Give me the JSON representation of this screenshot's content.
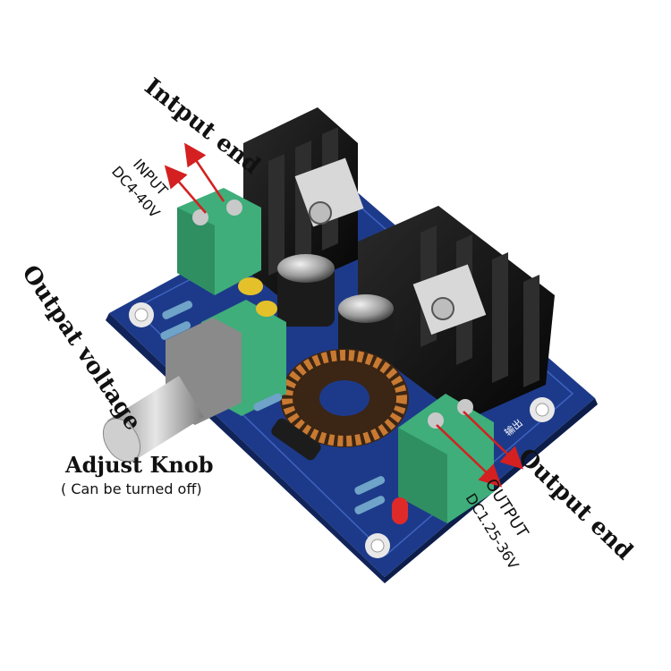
{
  "labels": {
    "input_end": "Intput end",
    "input": "INPUT",
    "input_range": "DC4-40V",
    "output_voltage": "Outpat voltage",
    "adjust_knob": "Adjust Knob",
    "adjust_note": "( Can be turned off)",
    "output_end": "Output end",
    "output": "OUTPUT",
    "output_range": "DC1.25-36V",
    "board_out_mark": "输出"
  },
  "colors": {
    "pcb": "#1d3a8a",
    "heatsink": "#141414",
    "terminal": "#3fae7a",
    "arrow": "#d42020",
    "copper": "#b8692a"
  }
}
